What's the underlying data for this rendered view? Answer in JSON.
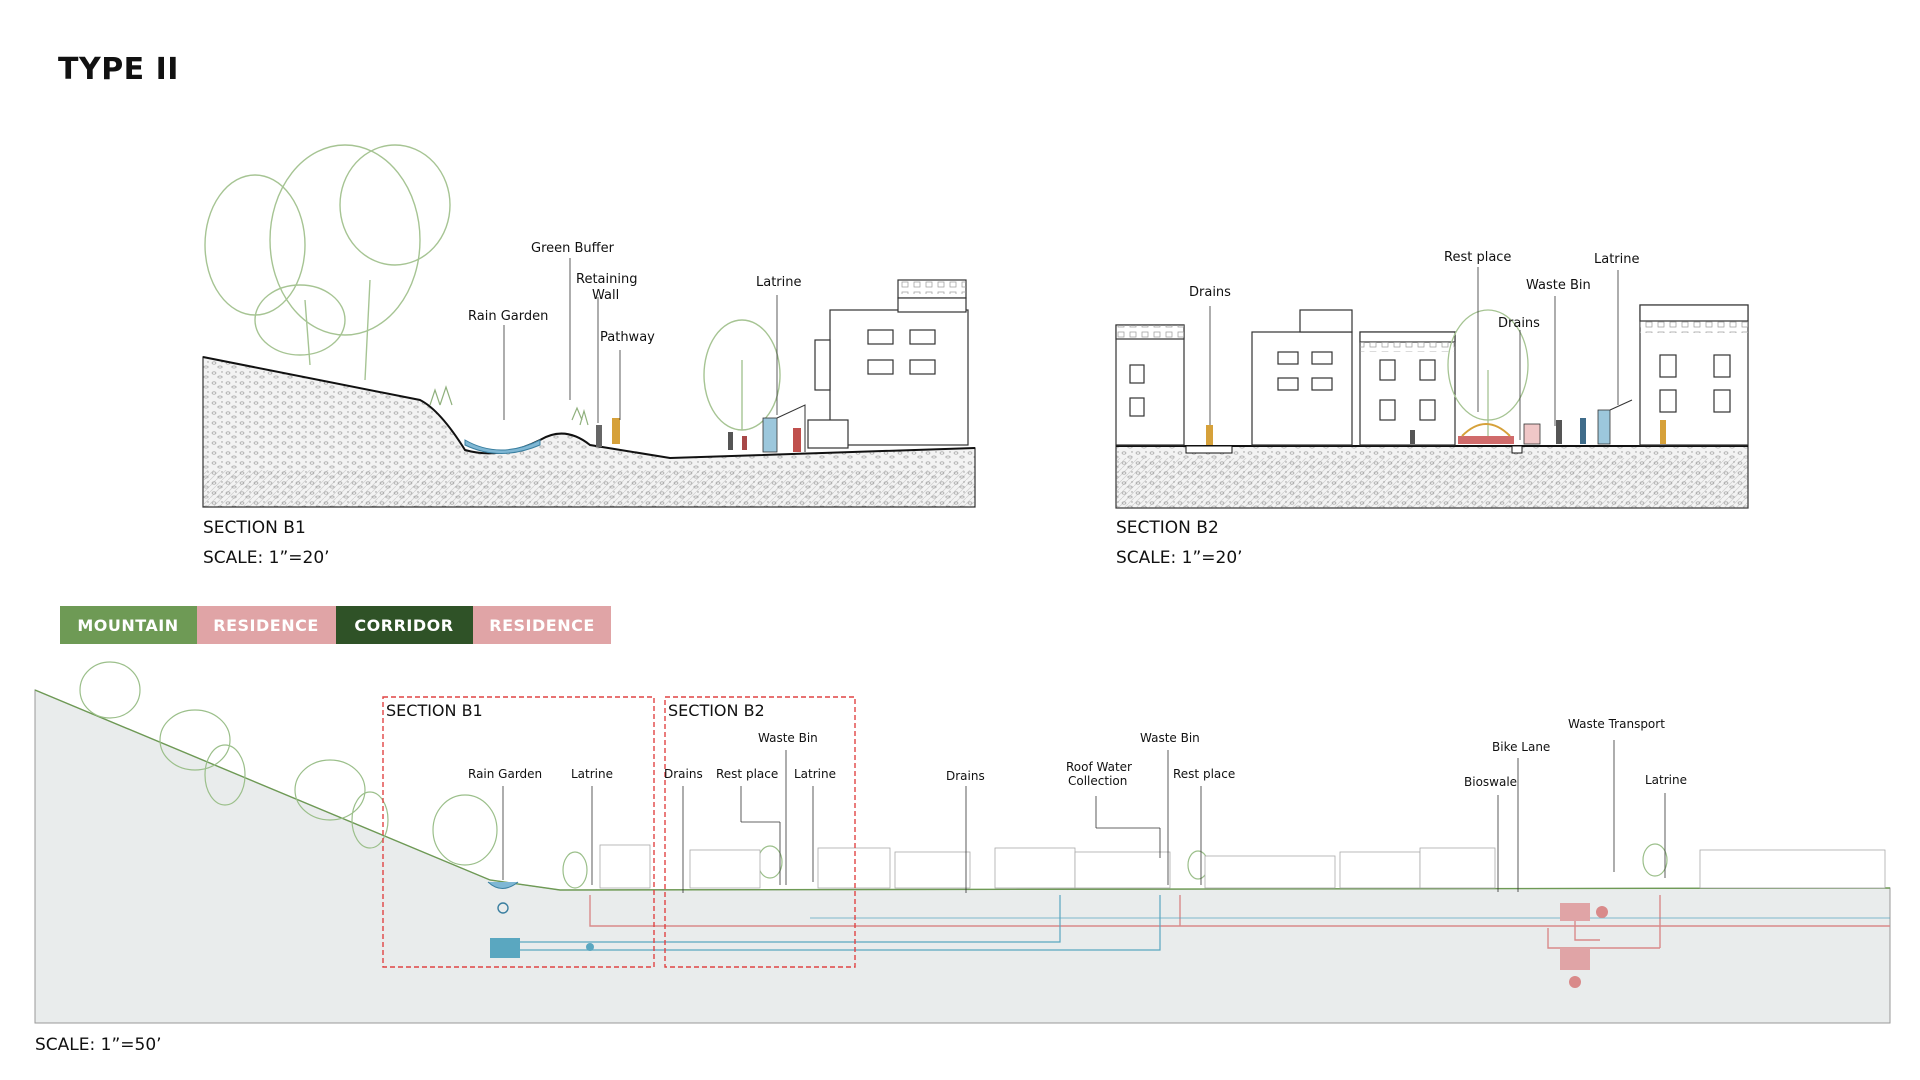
{
  "title": "TYPE II",
  "section_b1": {
    "caption": "SECTION B1",
    "scale": "SCALE: 1”=20’",
    "labels": {
      "green_buffer": "Green Buffer",
      "retaining_wall_1": "Retaining",
      "retaining_wall_2": "Wall",
      "rain_garden": "Rain Garden",
      "pathway": "Pathway",
      "latrine": "Latrine"
    }
  },
  "section_b2": {
    "caption": "SECTION B2",
    "scale": "SCALE: 1”=20’",
    "labels": {
      "drains_left": "Drains",
      "rest_place": "Rest place",
      "latrine": "Latrine",
      "waste_bin": "Waste Bin",
      "drains_right": "Drains"
    }
  },
  "zones": [
    {
      "label": "MOUNTAIN",
      "color": "#6e9a55"
    },
    {
      "label": "RESIDENCE",
      "color": "#e0a4a6"
    },
    {
      "label": "CORRIDOR",
      "color": "#2f5227"
    },
    {
      "label": "RESIDENCE",
      "color": "#e0a4a6"
    }
  ],
  "long_section": {
    "scale": "SCALE: 1”=50’",
    "box_b1": "SECTION B1",
    "box_b2": "SECTION B2",
    "labels": {
      "rain_garden": "Rain Garden",
      "latrine_1": "Latrine",
      "drains_1": "Drains",
      "rest_place_1": "Rest place",
      "waste_bin_1": "Waste Bin",
      "latrine_2": "Latrine",
      "drains_2": "Drains",
      "roof_water_1": "Roof Water",
      "roof_water_2": "Collection",
      "waste_bin_2": "Waste Bin",
      "rest_place_2": "Rest place",
      "bike_lane": "Bike Lane",
      "bioswale": "Bioswale",
      "waste_transport": "Waste Transport",
      "latrine_3": "Latrine"
    }
  },
  "colors": {
    "ground": "#e9ecec",
    "pipe_red": "#d98a8a",
    "pipe_blue": "#5aa7c0",
    "water": "#7fb7d4",
    "tree": "#9bbf8a",
    "dashed_box": "#e04444"
  }
}
